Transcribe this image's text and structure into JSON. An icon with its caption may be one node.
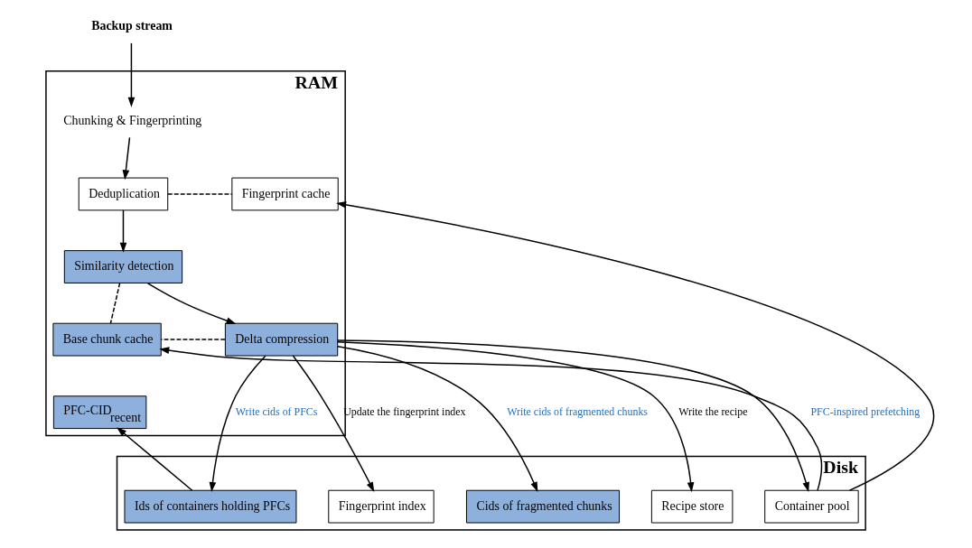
{
  "diagram": {
    "nodes": [
      {
        "text": [
          "RAM"
        ]
      },
      {
        "text": [
          "Backup stream"
        ]
      },
      {
        "text": [
          "Chunking & Fingerprinting"
        ],
        "in": 0
      },
      {
        "text": [
          "Deduplication"
        ],
        "in": 0
      },
      {
        "text": [
          "Fingerprint cache"
        ],
        "in": 0
      },
      {
        "text": [
          "Similarity detection"
        ],
        "in": 0
      },
      {
        "text": [
          "Delta compression"
        ],
        "in": 0
      },
      {
        "text": [
          "Base chunk cache"
        ],
        "in": 0
      },
      {
        "text": [
          "PFC-CID$_{recent}$"
        ],
        "in": 0
      },
      {
        "text": [
          "Disk"
        ]
      },
      {
        "text": [
          "Fingerprint index"
        ],
        "in": 9
      },
      {
        "text": [
          "Cids of fragmented chunks"
        ],
        "in": 9
      },
      {
        "text": [
          "Recipe store"
        ],
        "in": 9
      },
      {
        "text": [
          "Container pool"
        ],
        "in": 9
      },
      {
        "text": [
          "Ids of containers holding PFCs"
        ],
        "in": 9
      }
    ],
    "edges": [
      {
        "from": 1,
        "to": 2,
        "arrow": "to"
      },
      {
        "from": 2,
        "to": 3,
        "arrow": "to"
      },
      {
        "from": 3,
        "to": 4,
        "arrow": "none",
        "style": "dashed"
      },
      {
        "from": 3,
        "to": 5,
        "arrow": "to"
      },
      {
        "from": 5,
        "to": 6,
        "arrow": "to"
      },
      {
        "from": 5,
        "to": 7,
        "arrow": "none",
        "style": "dashed"
      },
      {
        "from": 6,
        "to": 7,
        "arrow": "none",
        "style": "dashed"
      },
      {
        "from": 6,
        "to": 10,
        "arrow": "to",
        "label": "Update the fingerprint index"
      },
      {
        "from": 6,
        "to": 11,
        "arrow": "to",
        "label": "Write cids of fragmented chunks"
      },
      {
        "from": 6,
        "to": 12,
        "arrow": "to",
        "label": "Write the recipe"
      },
      {
        "from": 6,
        "to": 13,
        "arrow": "to"
      },
      {
        "from": 6,
        "to": 14,
        "arrow": "to",
        "label": "Write cids of PFCs"
      },
      {
        "from": 14,
        "to": 8,
        "arrow": "to"
      },
      {
        "from": 13,
        "to": 7,
        "arrow": "to",
        "label": "PFC-inspired prefetching"
      },
      {
        "from": 13,
        "to": 4,
        "arrow": "to"
      }
    ]
  }
}
